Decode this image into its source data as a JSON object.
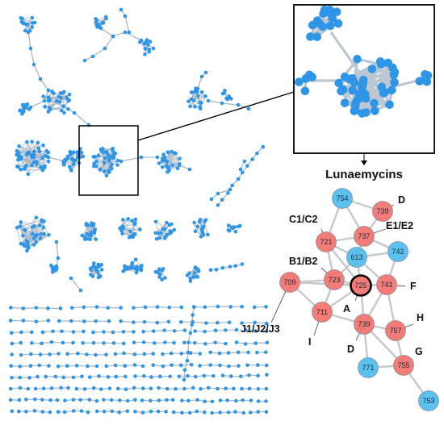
{
  "title": "Lunaemycins",
  "colors": {
    "network_node": "#2f95e6",
    "network_edge": "#a9b7c6",
    "node_red": "#f47c78",
    "node_blue": "#5bc2f0",
    "node_stroke": "#8a8f96",
    "highlight_stroke": "#000000"
  },
  "cluster_nodes": [
    {
      "id": "n754",
      "label": "754",
      "color": "blue"
    },
    {
      "id": "n739a",
      "label": "739",
      "color": "red"
    },
    {
      "id": "n721",
      "label": "721",
      "color": "red"
    },
    {
      "id": "n737",
      "label": "737",
      "color": "red"
    },
    {
      "id": "n613",
      "label": "613",
      "color": "blue"
    },
    {
      "id": "n742",
      "label": "742",
      "color": "blue"
    },
    {
      "id": "n709",
      "label": "709",
      "color": "red"
    },
    {
      "id": "n723",
      "label": "723",
      "color": "red"
    },
    {
      "id": "n725",
      "label": "725",
      "color": "red",
      "highlight": true
    },
    {
      "id": "n741",
      "label": "741",
      "color": "red"
    },
    {
      "id": "n711",
      "label": "711",
      "color": "red"
    },
    {
      "id": "n739b",
      "label": "739",
      "color": "red"
    },
    {
      "id": "n757",
      "label": "757",
      "color": "red"
    },
    {
      "id": "n771",
      "label": "771",
      "color": "blue"
    },
    {
      "id": "n755",
      "label": "755",
      "color": "red"
    },
    {
      "id": "n753",
      "label": "753",
      "color": "blue"
    }
  ],
  "cluster_edges": [
    [
      "n754",
      "n739a"
    ],
    [
      "n754",
      "n721"
    ],
    [
      "n754",
      "n737"
    ],
    [
      "n739a",
      "n737"
    ],
    [
      "n721",
      "n737"
    ],
    [
      "n721",
      "n613"
    ],
    [
      "n737",
      "n613"
    ],
    [
      "n737",
      "n742"
    ],
    [
      "n613",
      "n742"
    ],
    [
      "n721",
      "n723"
    ],
    [
      "n613",
      "n723"
    ],
    [
      "n613",
      "n725"
    ],
    [
      "n613",
      "n741"
    ],
    [
      "n742",
      "n741"
    ],
    [
      "n723",
      "n709"
    ],
    [
      "n723",
      "n725"
    ],
    [
      "n725",
      "n741"
    ],
    [
      "n709",
      "n711"
    ],
    [
      "n723",
      "n711"
    ],
    [
      "n725",
      "n711"
    ],
    [
      "n711",
      "n739b"
    ],
    [
      "n725",
      "n739b"
    ],
    [
      "n741",
      "n739b"
    ],
    [
      "n741",
      "n757"
    ],
    [
      "n739b",
      "n757"
    ],
    [
      "n739b",
      "n771"
    ],
    [
      "n739b",
      "n755"
    ],
    [
      "n757",
      "n755"
    ],
    [
      "n771",
      "n755"
    ],
    [
      "n755",
      "n753"
    ],
    [
      "n709",
      "n725"
    ],
    [
      "n721",
      "n725"
    ]
  ],
  "annotations": [
    {
      "id": "ann-d-top",
      "text": "D",
      "node": "n739a"
    },
    {
      "id": "ann-c1c2",
      "text": "C1/C2",
      "node": "n721"
    },
    {
      "id": "ann-e1e2",
      "text": "E1/E2",
      "node": "n737"
    },
    {
      "id": "ann-b1b2",
      "text": "B1/B2",
      "node": "n723"
    },
    {
      "id": "ann-f",
      "text": "F",
      "node": "n741"
    },
    {
      "id": "ann-a",
      "text": "A",
      "node": "n725"
    },
    {
      "id": "ann-h",
      "text": "H",
      "node": "n757"
    },
    {
      "id": "ann-j",
      "text": "J1/J2/J3",
      "node": "n709"
    },
    {
      "id": "ann-i",
      "text": "I",
      "node": "n711"
    },
    {
      "id": "ann-d-bottom",
      "text": "D",
      "node": "n739b"
    },
    {
      "id": "ann-g",
      "text": "G",
      "node": "n755"
    }
  ]
}
